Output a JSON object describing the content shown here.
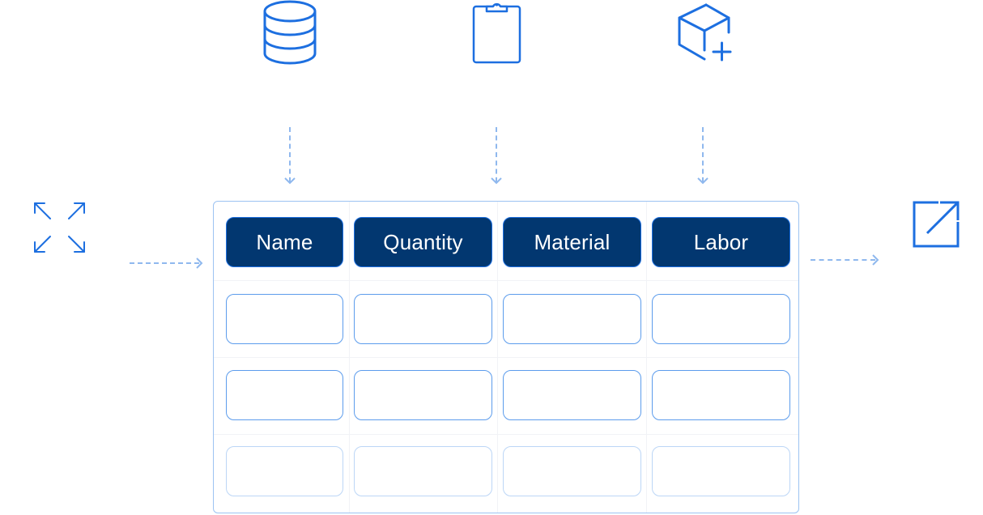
{
  "colors": {
    "accent": "#1d6fe0",
    "header_fill": "#023770",
    "arrow": "#8fb8ee",
    "frame": "#9cc3f2"
  },
  "top_icons": [
    "database-icon",
    "clipboard-icon",
    "cube-plus-icon"
  ],
  "left_icon": "expand-arrows-icon",
  "right_icon": "external-link-icon",
  "table": {
    "headers": [
      "Name",
      "Quantity",
      "Material",
      "Labor"
    ],
    "empty_rows": 3
  }
}
